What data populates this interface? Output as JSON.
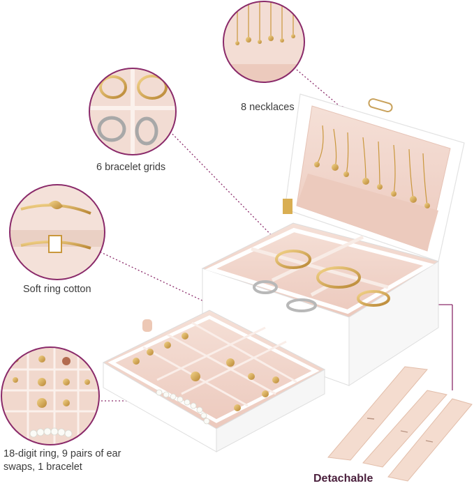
{
  "callouts": {
    "necklaces": "8 necklaces",
    "bracelet_grids": "6 bracelet grids",
    "ring_cotton": "Soft ring cotton",
    "ring_digits": "18-digit ring, 9 pairs of ear swaps, 1 bracelet",
    "detachable": "Detachable"
  },
  "colors": {
    "accent_line": "#8a2a6a",
    "box_white": "#ffffff",
    "lining_pink": "#f2d9cf",
    "gold": "#d4a24c"
  }
}
